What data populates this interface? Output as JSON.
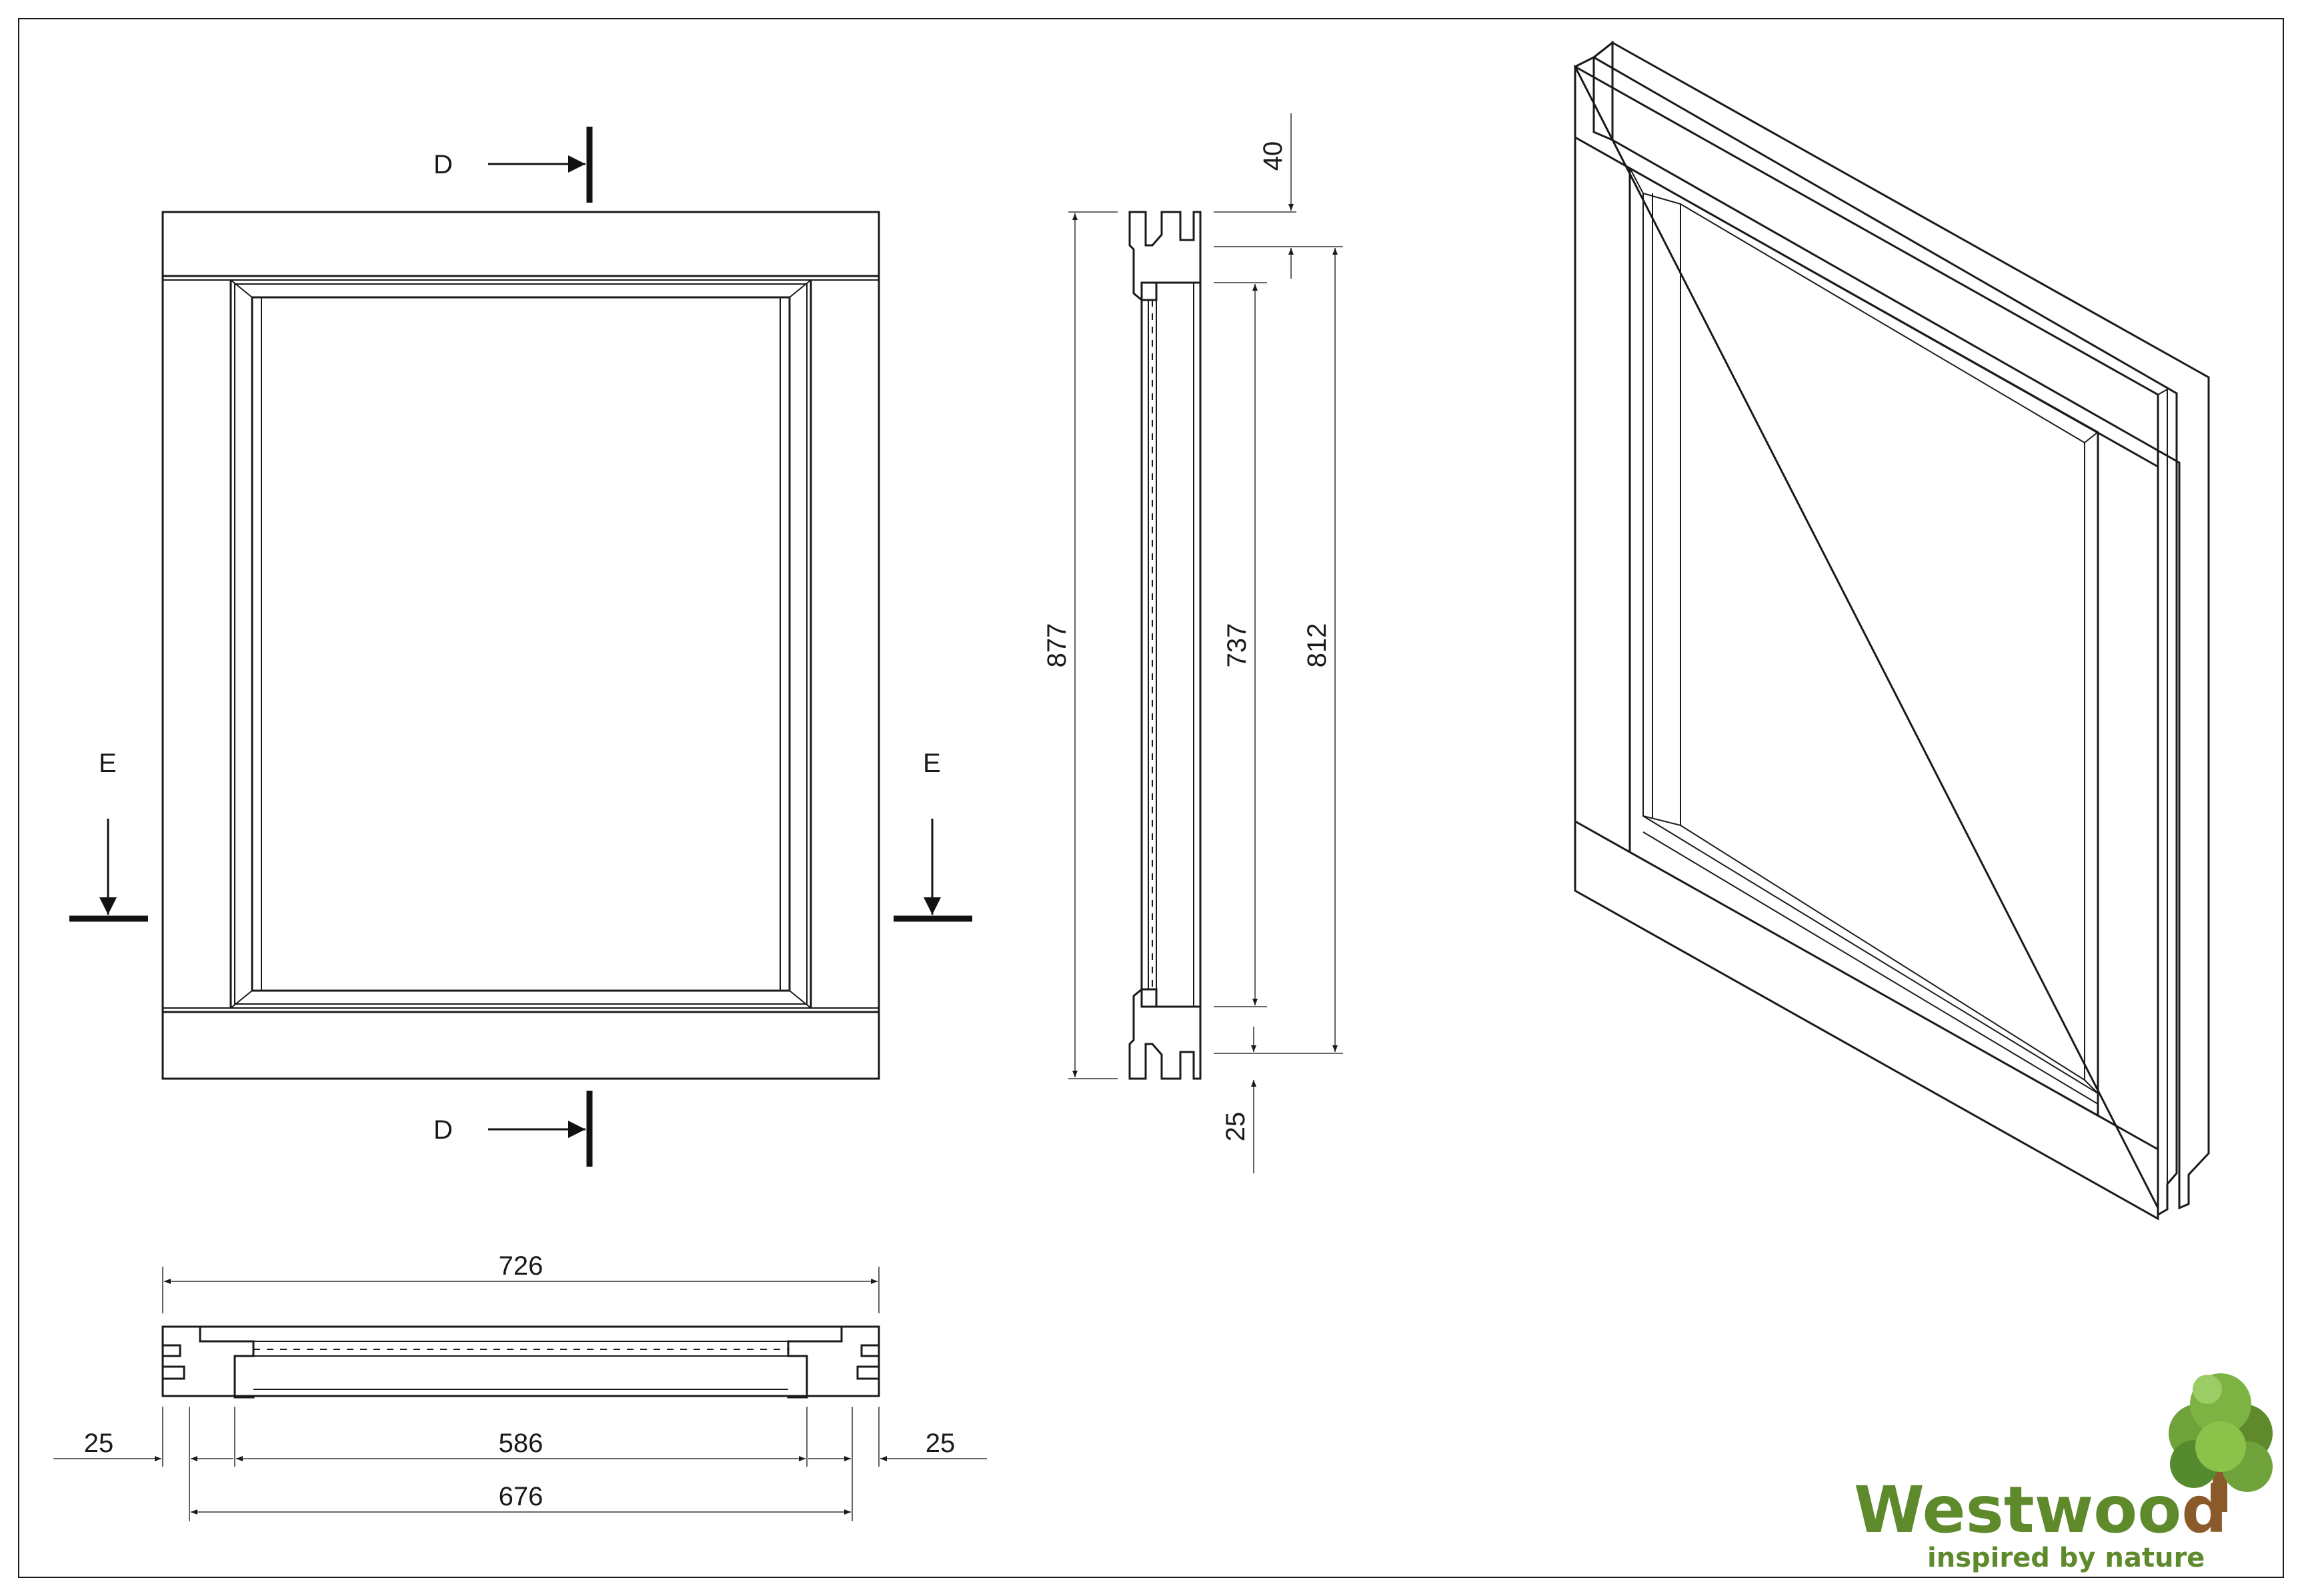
{
  "labels": {
    "section_d_top": "D",
    "section_d_bottom": "D",
    "section_e_left": "E",
    "section_e_right": "E"
  },
  "dimensions": {
    "total_width": "726",
    "inner_width": "586",
    "mid_width": "676",
    "left_margin": "25",
    "right_margin": "25",
    "total_height": "877",
    "inner_height": "737",
    "mid_height": "812",
    "top_offset": "40",
    "bottom_offset": "25"
  },
  "brand": {
    "name_main": "Westwoo",
    "name_last": "d",
    "tagline": "inspired by nature",
    "green": "#5e8a2c",
    "brown": "#8b5a2b"
  },
  "icons": {
    "logo": "tree-icon"
  }
}
